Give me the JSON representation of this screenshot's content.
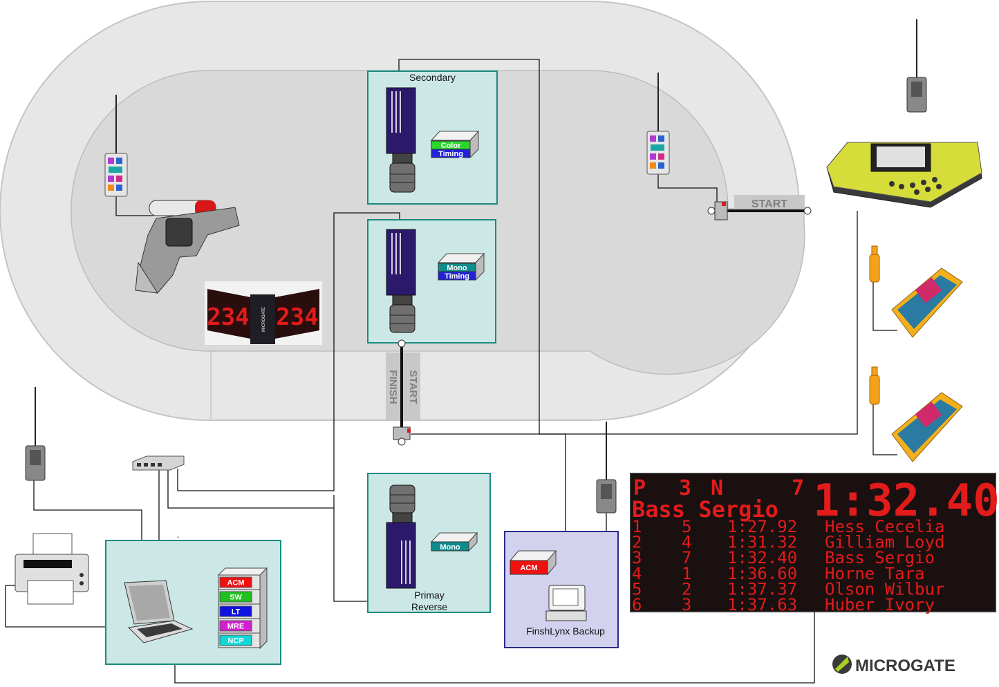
{
  "labels": {
    "secondary": "Secondary",
    "primary_line1": "Primay",
    "primary_line2": "Reverse",
    "finishlynx_backup": "FinshLynx Backup",
    "start_top": "START",
    "start_bottom": "START",
    "finish": "FINISH",
    "dash": "-"
  },
  "color_timing": [
    "Color",
    "Timing"
  ],
  "mono_timing": [
    "Mono",
    "Timing"
  ],
  "mono": "Mono",
  "stack_modules": [
    {
      "label": "ACM",
      "color": "#f01010"
    },
    {
      "label": "SW",
      "color": "#20c020"
    },
    {
      "label": "LT",
      "color": "#1010e0"
    },
    {
      "label": "MRE",
      "color": "#d020d0"
    },
    {
      "label": "NCP",
      "color": "#10d8d8"
    }
  ],
  "backup_module": "ACM",
  "mini_display": "234",
  "mini_display_logo": "MICROGATE",
  "scoreboard": {
    "header": {
      "p": "P",
      "heat": "3",
      "n": "N",
      "lane": "7",
      "time": "1:32.40"
    },
    "name": "Bass Sergio",
    "rows": [
      {
        "place": "1",
        "lane": "5",
        "time": "1:27.92",
        "name": "Hess Cecelia"
      },
      {
        "place": "2",
        "lane": "4",
        "time": "1:31.32",
        "name": "Gilliam Loyd"
      },
      {
        "place": "3",
        "lane": "7",
        "time": "1:32.40",
        "name": "Bass Sergio"
      },
      {
        "place": "4",
        "lane": "1",
        "time": "1:36.60",
        "name": "Horne Tara"
      },
      {
        "place": "5",
        "lane": "2",
        "time": "1:37.37",
        "name": "Olson Wilbur"
      },
      {
        "place": "6",
        "lane": "3",
        "time": "1:37.63",
        "name": "Huber Ivory"
      }
    ]
  },
  "logo": "MICROGATE",
  "colors": {
    "panel_teal": "#cce8e6",
    "panel_blue": "#d2d1ee",
    "camera_purple": "#2b1a6b",
    "scoreboard_red": "#e21b1b",
    "track_gray": "#e4e4e4"
  }
}
